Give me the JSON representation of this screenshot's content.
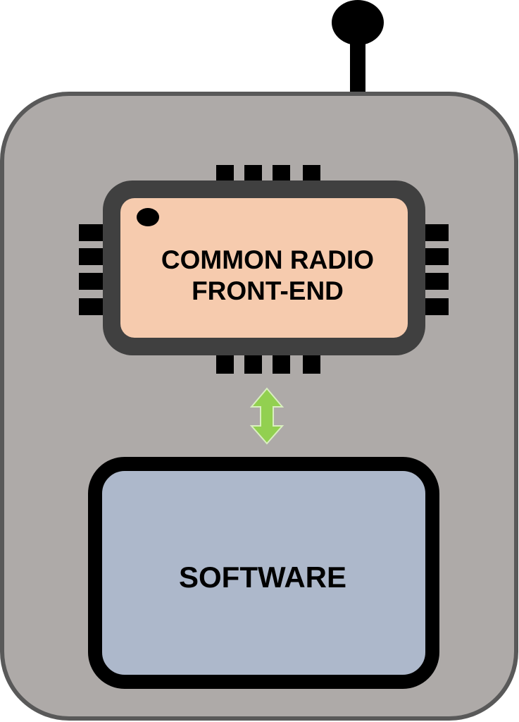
{
  "diagram": {
    "chip": {
      "line1": "COMMON RADIO",
      "line2": "FRONT-END",
      "fill_color": "#F6CBAE",
      "package_color": "#404040",
      "pin_color": "#000000"
    },
    "software": {
      "label": "SOFTWARE",
      "fill_color": "#ADB8CB"
    },
    "device": {
      "body_color": "#AEAAA8",
      "border_color": "#595959"
    },
    "connector": {
      "type": "double-arrow-icon",
      "color": "#92D050"
    },
    "antenna": {
      "type": "antenna-icon",
      "color": "#000000"
    }
  }
}
